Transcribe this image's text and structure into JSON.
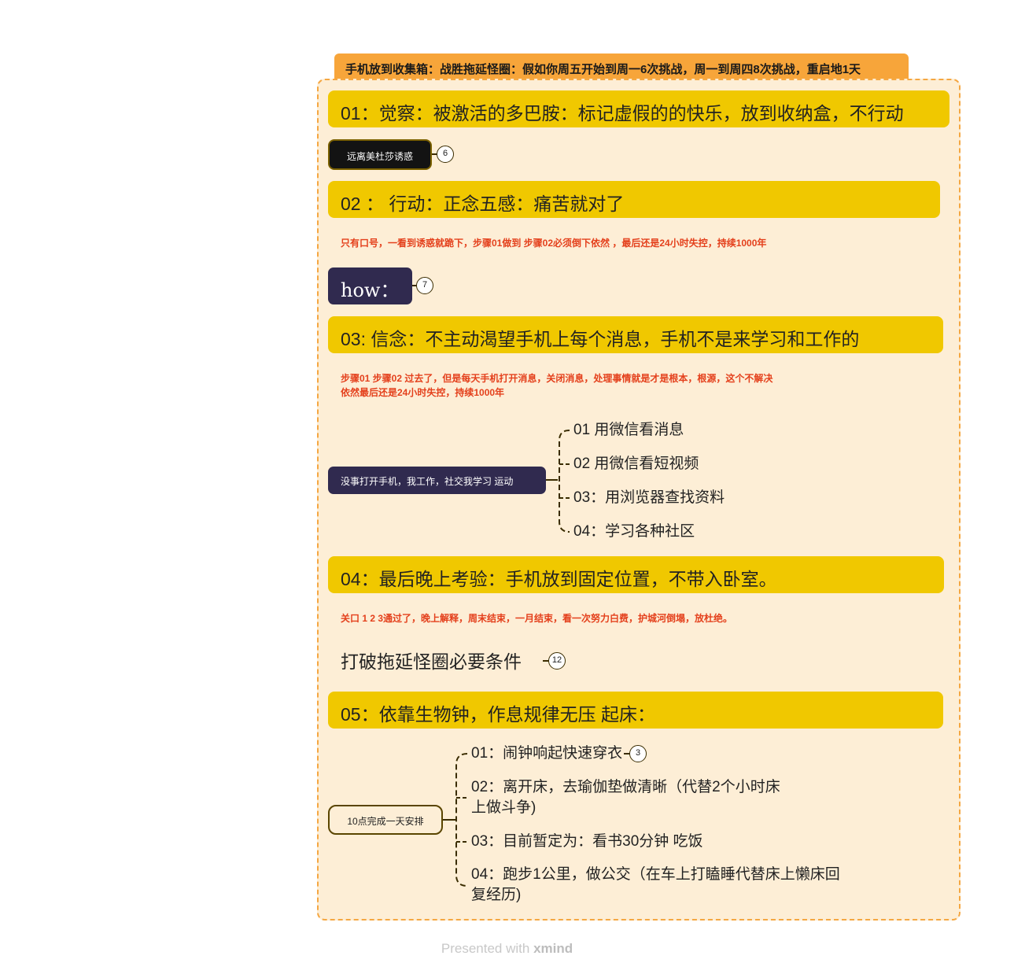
{
  "summary": "手机放到收集箱：战胜拖延怪圈：假如你周五开始到周一6次挑战，周一到周四8次挑战，重启地1天",
  "topics": {
    "t1": "01：觉察：被激活的多巴胺：标记虚假的的快乐，放到收纳盒，不行动",
    "t2": "02 ：  行动：正念五感：痛苦就对了",
    "t3": "03: 信念：不主动渴望手机上每个消息，手机不是来学习和工作的",
    "t4": "04：最后晚上考验：手机放到固定位置，不带入卧室。",
    "t5": "05：依靠生物钟，作息规律无压 起床："
  },
  "medusa": {
    "label": "远离美杜莎诱惑",
    "count": "6"
  },
  "note2": "只有口号，一看到诱惑就跪下，步骤01做到 步骤02必须倒下依然 ，最后还是24小时失控，持续1000年",
  "how": {
    "label": "how：",
    "count": "7"
  },
  "note3": {
    "line1": "步骤01 步骤02 过去了，但是每天手机打开消息，关闭消息，处理事情就是才是根本，根源，这个不解决",
    "line2": "依然最后还是24小时失控，持续1000年"
  },
  "phone_node": {
    "label": "没事打开手机，我工作，社交我学习 运动",
    "children": [
      "01 用微信看消息",
      "02 用微信看短视频",
      "03：用浏览器查找资料",
      "04：学习各种社区"
    ]
  },
  "note4": "关口 1 2 3通过了，晚上解释，周末结束，一月结束，看一次努力白费，护城河倒塌，放杜绝。",
  "break_cycle": {
    "label": "打破拖延怪圈必要条件",
    "count": "12"
  },
  "schedule": {
    "label": "10点完成一天安排",
    "items": [
      {
        "line1": "01：闹钟响起快速穿衣",
        "count": "3"
      },
      {
        "line1": "02：离开床，去瑜伽垫做清晰（代替2个小时床",
        "line2": "上做斗争)"
      },
      {
        "line1": "03：目前暂定为：看书30分钟 吃饭"
      },
      {
        "line1": "04：跑步1公里，做公交（在车上打瞌睡代替床上懒床回",
        "line2": "复经历)"
      }
    ]
  },
  "footer": {
    "prefix": "Presented with",
    "brand": "xmind"
  },
  "colors": {
    "topic": "#f0c800",
    "boundary_fill": "#fdeed6",
    "boundary_border": "#f5a742",
    "summary_tab": "#f7a53a",
    "note_text": "#e4401c",
    "navy": "#302a4f"
  }
}
